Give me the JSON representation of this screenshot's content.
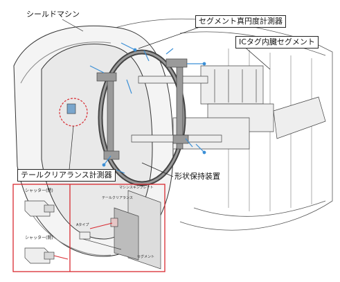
{
  "labels": {
    "shield_machine": "シールドマシン",
    "segment_roundness_meter": "セグメント真円度計測器",
    "ic_tag_segment": "ICタグ内臓セグメント",
    "shape_retaining_device": "形状保持装置",
    "tail_clearance_meter": "テールクリアランス計測器"
  },
  "inset": {
    "shutter_closed": "シャッター(閉)",
    "shutter_open": "シャッター(開)",
    "machine_skin_plate": "マシンスキンプレート",
    "tail_clearance": "テールクリアランス",
    "type_a": "Aタイプ",
    "segment": "セグメント"
  },
  "colors": {
    "accent_red": "#d9282f",
    "callout_border": "#222222",
    "sensor_blue": "#3b8fd6"
  }
}
